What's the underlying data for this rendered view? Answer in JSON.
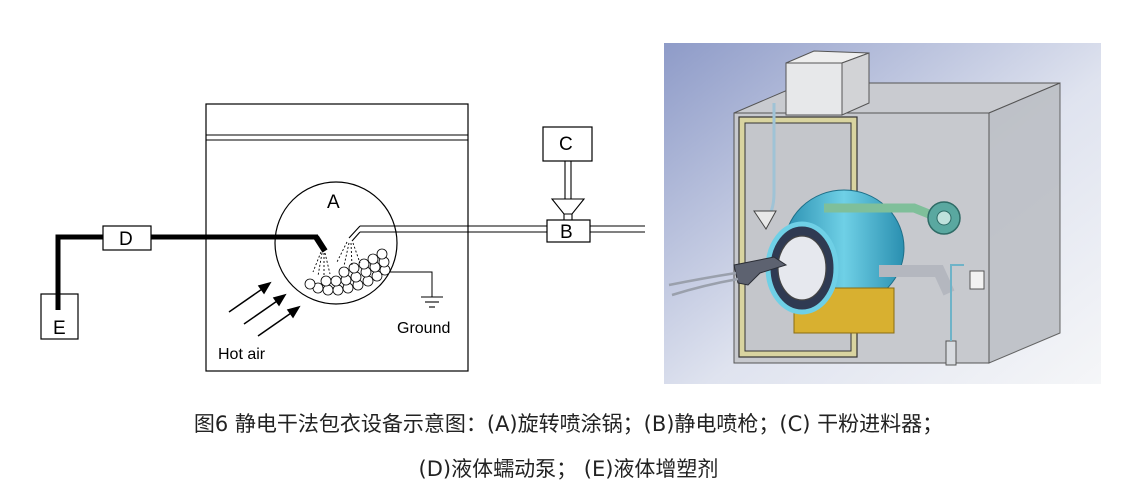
{
  "schematic": {
    "label_a": "A",
    "label_b": "B",
    "label_c": "C",
    "label_d": "D",
    "label_e": "E",
    "ground": "Ground",
    "hot_air": "Hot air"
  },
  "caption": {
    "line1": "图6 静电干法包衣设备示意图：(A)旋转喷涂锅；(B)静电喷枪；(C) 干粉进料器；",
    "line2": "(D)液体蠕动泵； (E)液体增塑剂"
  }
}
